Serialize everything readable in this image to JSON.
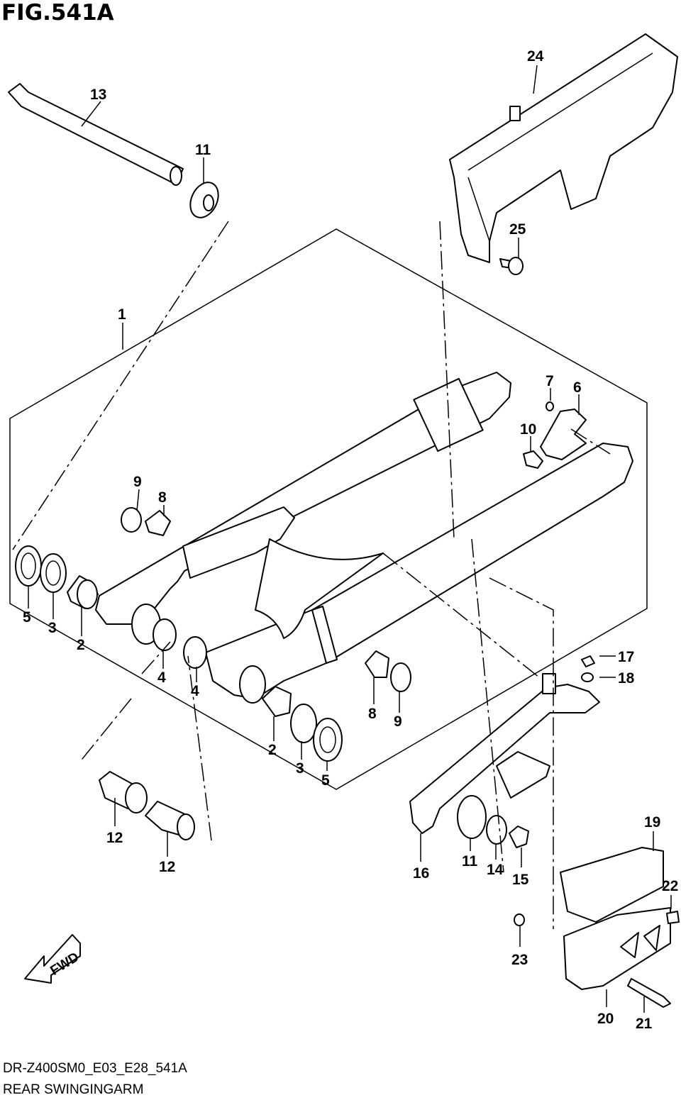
{
  "figure": {
    "title": "FIG.541A",
    "code": "DR-Z400SM0_E03_E28_541A",
    "name": "REAR SWINGINGARM"
  },
  "fwd_label": "FWD",
  "callouts": [
    "13",
    "11",
    "1",
    "24",
    "25",
    "7",
    "6",
    "10",
    "9",
    "8",
    "5",
    "3",
    "2",
    "4",
    "4",
    "8",
    "9",
    "17",
    "18",
    "2",
    "3",
    "5",
    "12",
    "12",
    "16",
    "11",
    "14",
    "15",
    "19",
    "22",
    "23",
    "20",
    "21"
  ]
}
